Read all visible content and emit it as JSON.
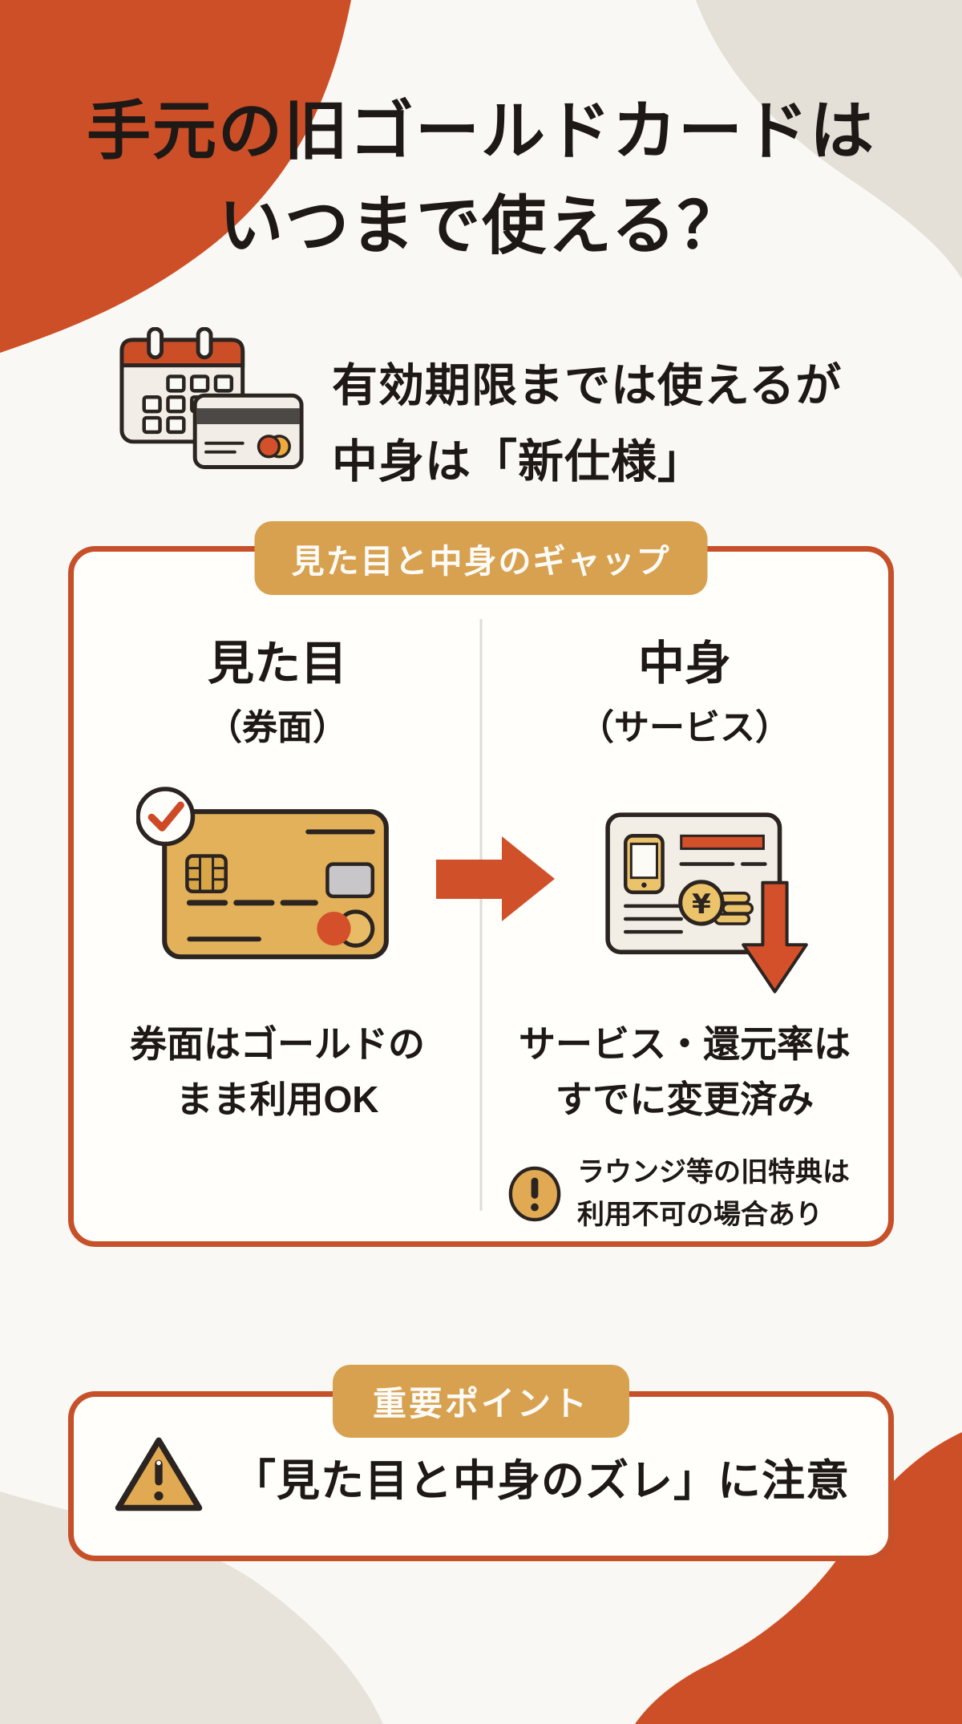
{
  "palette": {
    "accent": "#CD4F27",
    "badge_gold": "#D7A150",
    "card_gold": "#E2B159",
    "coin_gold": "#EBC36B",
    "alert_gold": "#E0A952",
    "beige_blob": "#E7E2D9",
    "background": "#FAF8F4",
    "ink": "#1E1916",
    "outline": "#2B2421"
  },
  "title": {
    "line1": "手元の旧ゴールドカードは",
    "line2": "いつまで使える？"
  },
  "intro": {
    "icon": "calendar-card-icon",
    "line1": "有効期限までは使えるが",
    "line2": "中身は「新仕様」"
  },
  "gap_section": {
    "badge": "見た目と中身のギャップ",
    "arrow_icon": "right-arrow-icon",
    "left": {
      "heading": "見た目",
      "subheading": "（券面）",
      "illustration": "gold-card-check-icon",
      "caption_line1": "券面はゴールドの",
      "caption_line2": "まま利用OK"
    },
    "right": {
      "heading": "中身",
      "subheading": "（サービス）",
      "illustration": "service-downgrade-icon",
      "caption_line1": "サービス・還元率は",
      "caption_line2": "すでに変更済み"
    },
    "note": {
      "icon": "alert-circle-icon",
      "line1": "ラウンジ等の旧特典は",
      "line2": "利用不可の場合あり"
    }
  },
  "point_section": {
    "badge": "重要ポイント",
    "icon": "warning-triangle-icon",
    "text": "「見た目と中身のズレ」に注意"
  }
}
